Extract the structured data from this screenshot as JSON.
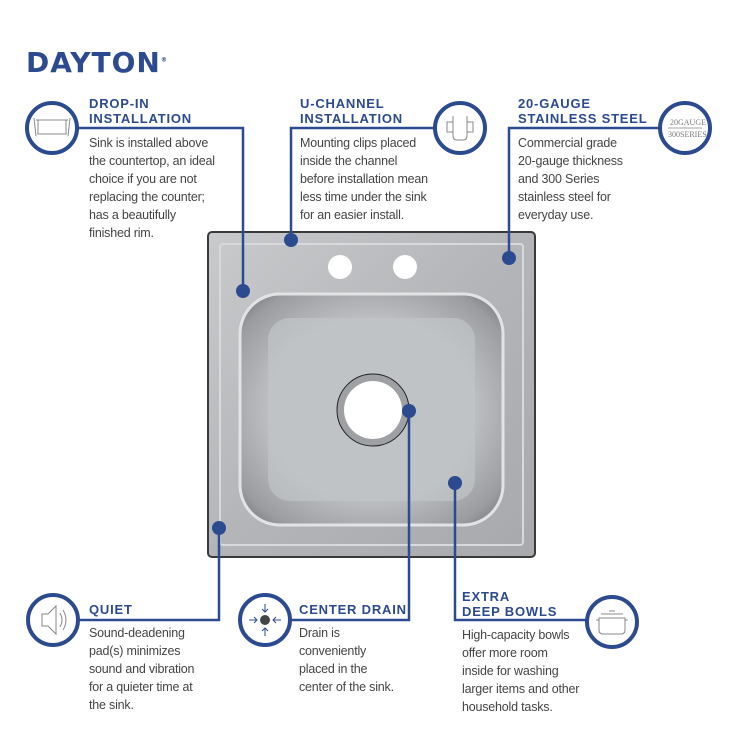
{
  "brand": {
    "logo": "DAYTON",
    "color": "#2c4a8f"
  },
  "features": [
    {
      "id": "drop-in",
      "title": "DROP-IN\nINSTALLATION",
      "icon": "drop-in-sink-icon",
      "body": "Sink is installed above\nthe countertop, an ideal\nchoice if you are not\nreplacing the counter;\nhas a beautifully\nfinished rim."
    },
    {
      "id": "u-channel",
      "title": "U-CHANNEL\nINSTALLATION",
      "icon": "u-channel-clip-icon",
      "body": "Mounting clips placed\ninside the channel\nbefore installation mean\nless time under the sink\nfor an easier install."
    },
    {
      "id": "gauge",
      "title": "20-GAUGE\nSTAINLESS STEEL",
      "icon": "gauge-series-icon",
      "icon_text": {
        "top": "20GAUGE",
        "bottom": "300SERIES"
      },
      "body": "Commercial grade\n20-gauge thickness\nand 300 Series\nstainless steel for\neveryday use."
    },
    {
      "id": "quiet",
      "title": "QUIET",
      "icon": "speaker-icon",
      "body": "Sound-deadening\npad(s) minimizes\nsound and vibration\nfor a quieter time at\nthe sink."
    },
    {
      "id": "center-drain",
      "title": "CENTER DRAIN",
      "icon": "center-drain-icon",
      "body": "Drain is\nconveniently\nplaced in the\ncenter of the sink."
    },
    {
      "id": "deep-bowls",
      "title": "EXTRA\nDEEP BOWLS",
      "icon": "pot-icon",
      "body": "High-capacity bowls\noffer more room\ninside for washing\nlarger items and other\nhousehold tasks."
    }
  ]
}
